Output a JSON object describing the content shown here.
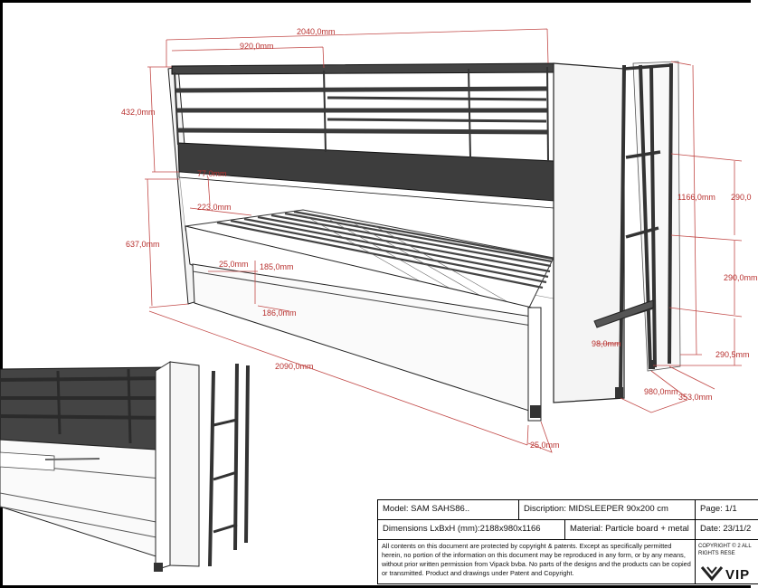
{
  "dimensions": {
    "total_length": "2040,0mm",
    "rail_length": "920,0mm",
    "rail_height": "432,0mm",
    "bed_height": "637,0mm",
    "top_gap": "77,0mm",
    "underbed_gap": "223,0mm",
    "drawer_height": "185,0mm",
    "drawer_offset": "25,0mm",
    "drawer_front_height": "186,0mm",
    "base_length": "2090,0mm",
    "total_height": "1166,0mm",
    "ladder_upper": "290,0",
    "ladder_middle": "290,0mm",
    "ladder_lower": "290,5mm",
    "step_depth": "98,0mm",
    "width": "980,0mm",
    "ladder_width": "353,0mm",
    "foot_offset": "25,0mm"
  },
  "title_block": {
    "model": "Model: SAM SAHS86..",
    "description": "Discription: MIDSLEEPER 90x200 cm",
    "page": "Page: 1/1",
    "dimensions": "Dimensions LxBxH (mm):2188x980x1166",
    "material": "Material: Particle board + metal",
    "date": "Date: 23/11/2",
    "legal": "All contents on this document are protected by copyright & patents. Except as specifically permitted herein, no portion of the information on this document may be reproduced in any form, or by any means, without prior written permission from Vipack bvba. No parts of the designs and the products can be copied or transmitted. Product and drawings under Patent and Copyright.",
    "copyright": "COPYRIGHT © 2 ALL RIGHTS RESE",
    "logo": "VIP"
  },
  "colors": {
    "dimension": "#b8312f",
    "metal": "#333333",
    "panel": "#f4f4f4"
  }
}
